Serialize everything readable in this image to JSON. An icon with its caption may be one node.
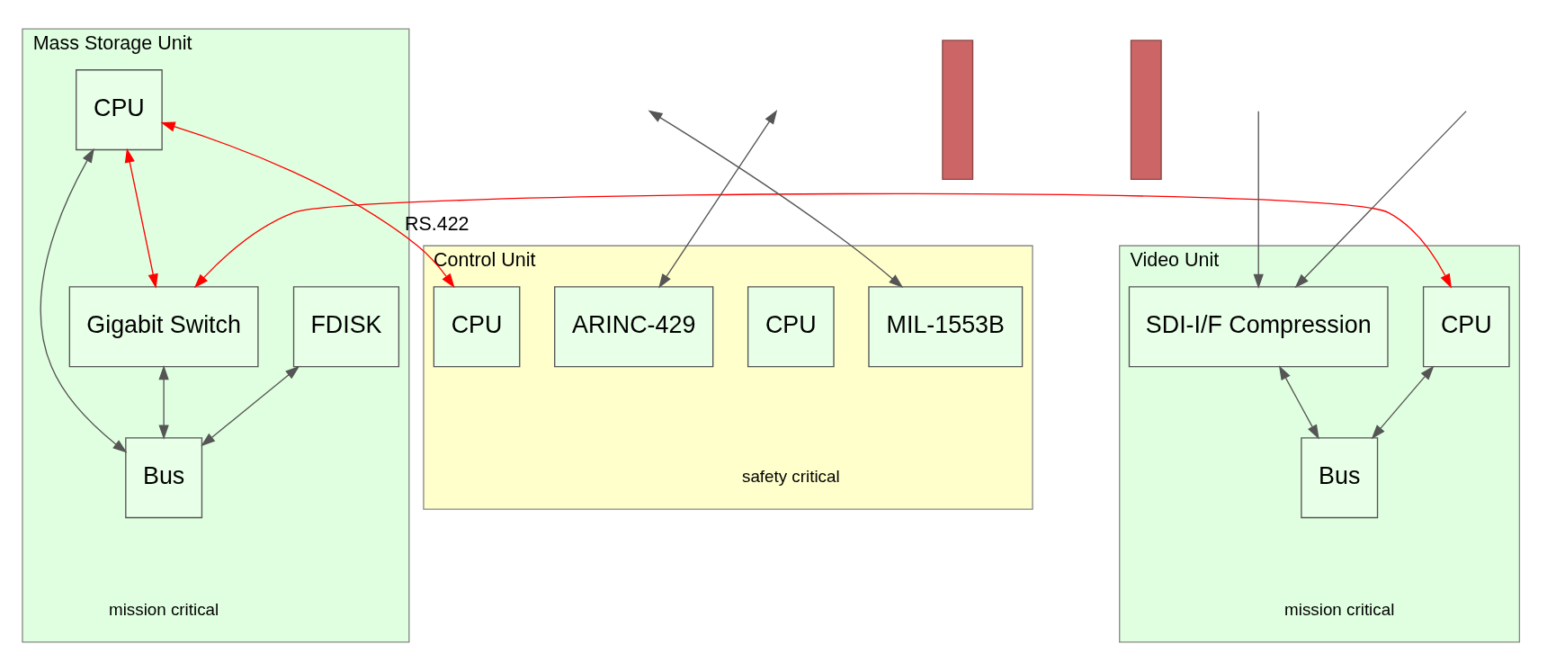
{
  "diagram": {
    "nodes": [
      {
        "text": [
          "Control Unit",
          "safety critical"
        ]
      },
      {
        "text": [
          "MIL-1553B"
        ],
        "in": 0
      },
      {
        "text": [
          "CPU"
        ],
        "in": 0
      },
      {
        "text": [
          "ARINC-429"
        ],
        "in": 0
      },
      {
        "text": [
          "CPU"
        ],
        "in": 0
      },
      {
        "text": [],
        "shape": "wall"
      },
      {
        "text": [
          "Mass Storage Unit",
          "mission critical"
        ]
      },
      {
        "text": [
          "CPU"
        ],
        "in": 6
      },
      {
        "text": [
          "FDISK"
        ],
        "in": 6
      },
      {
        "text": [
          "Gigabit Switch"
        ],
        "in": 6
      },
      {
        "text": [
          "Bus"
        ],
        "in": 6
      },
      {
        "text": [],
        "shape": "wall"
      },
      {
        "text": [
          "Video Unit",
          "mission critical"
        ]
      },
      {
        "text": [
          "CPU"
        ],
        "in": 12
      },
      {
        "text": [
          "SDI-I/F Compression"
        ],
        "in": 12
      },
      {
        "text": [
          "Bus"
        ],
        "in": 12
      }
    ],
    "edges": [
      {
        "from": 2,
        "to": 7,
        "arrow": "both",
        "label": "RS.422",
        "color": "#ff0000"
      },
      {
        "from": 7,
        "to": 9,
        "arrow": "both",
        "color": "#ff0000"
      },
      {
        "from": 9,
        "to": 13,
        "arrow": "both",
        "color": "#ff0000"
      },
      {
        "from": null,
        "to": 1,
        "arrow": "both"
      },
      {
        "from": null,
        "to": 3,
        "arrow": "both"
      },
      {
        "from": null,
        "to": 14,
        "arrow": "to"
      },
      {
        "from": null,
        "to": 14,
        "arrow": "to"
      },
      {
        "from": 7,
        "to": 10,
        "arrow": "both"
      },
      {
        "from": 8,
        "to": 10,
        "arrow": "both"
      },
      {
        "from": 9,
        "to": 10,
        "arrow": "both"
      },
      {
        "from": 13,
        "to": 15,
        "arrow": "both"
      },
      {
        "from": 14,
        "to": 15,
        "arrow": "both"
      }
    ]
  }
}
